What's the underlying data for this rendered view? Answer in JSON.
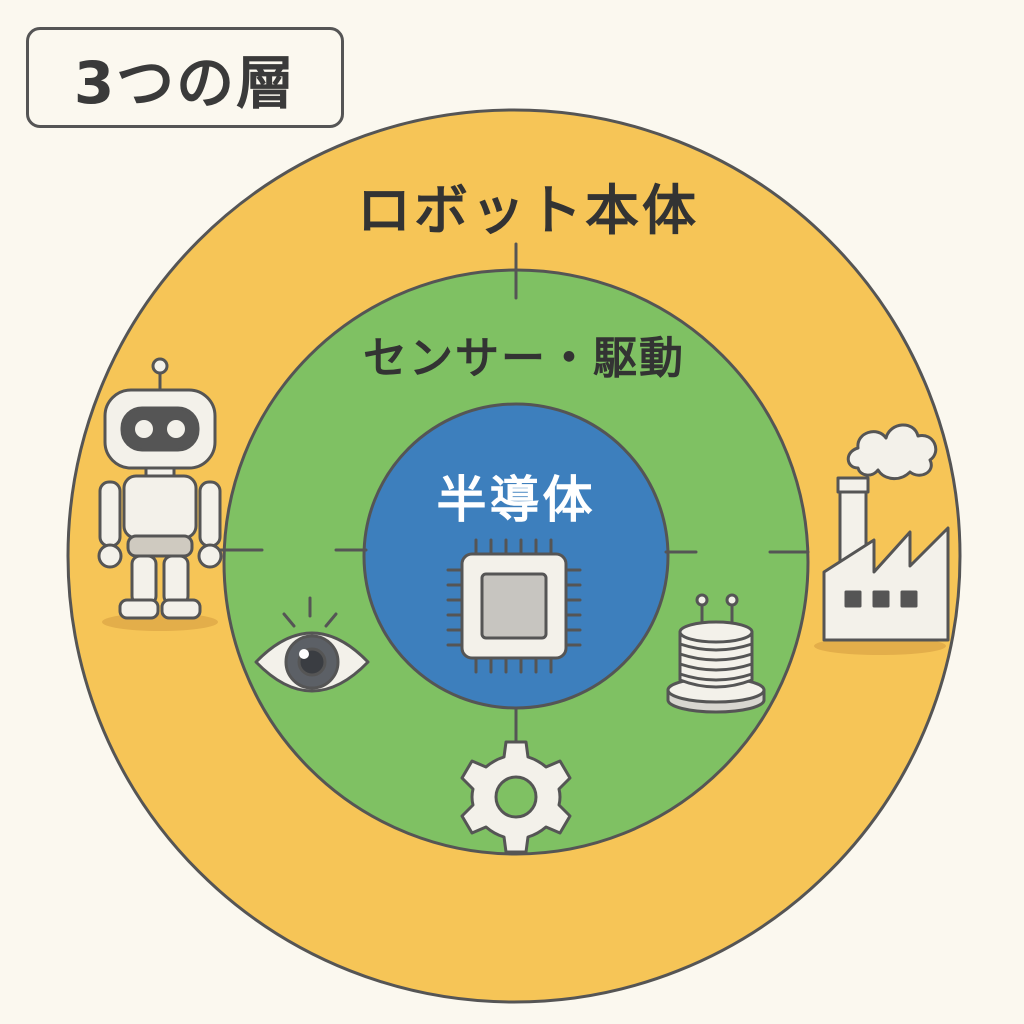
{
  "title": "3つの層",
  "layers": {
    "outer": {
      "label": "ロボット本体",
      "color": "#f6c557"
    },
    "middle": {
      "label": "センサー・駆動",
      "color": "#7fc163"
    },
    "inner": {
      "label": "半導体",
      "color": "#3d7fbd"
    }
  },
  "icons": {
    "robot": "robot-icon",
    "factory": "factory-icon",
    "eye": "eye-icon",
    "gear": "gear-icon",
    "coil": "coil-icon",
    "chip": "chip-icon"
  },
  "colors": {
    "background": "#fbf8ef",
    "outline": "#555555"
  }
}
